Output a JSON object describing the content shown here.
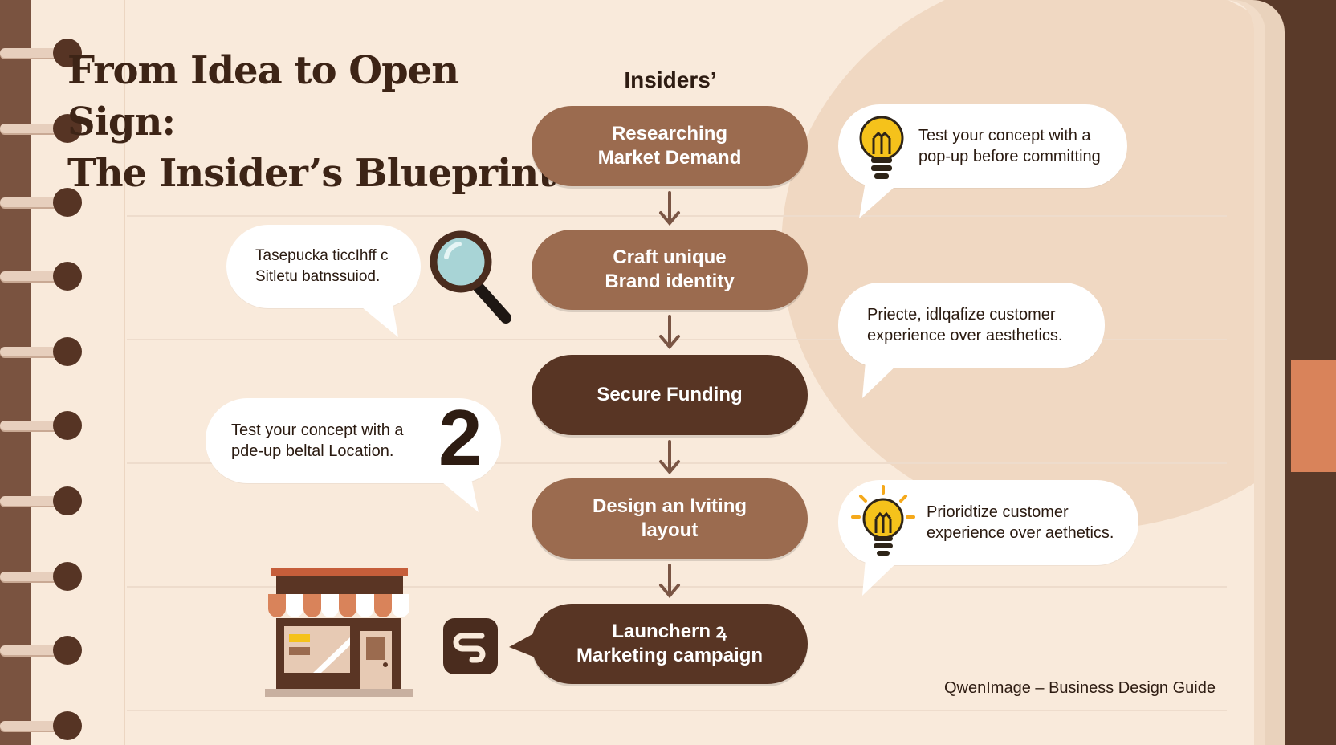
{
  "title": "From Idea to Open Sign:\nThe Insider’s Blueprint",
  "flow_label": "Insiders’",
  "steps": [
    {
      "label": "Researching\nMarket Demand"
    },
    {
      "label": "Craft unique\nBrand identity"
    },
    {
      "label": "Secure Funding"
    },
    {
      "label": "Design an lviting\nlayout"
    },
    {
      "label": "Launchern  ꝝ\nMarketing campaign"
    }
  ],
  "tips": {
    "right_top": "Test your concept with a\npop-up before committing",
    "left_upper": "Tasepucka ticcIhff c\nSitletu batnssuiod.",
    "right_middle": "Priecte, idlqafize customer\nexperience over aesthetics.",
    "left_lower": "Test your concept with a\npde-up beltal Location.",
    "right_bottom": "Prioridtize customer\nexperience over aethetics."
  },
  "badge_number": "2",
  "footer": "QwenImage – Business Design Guide",
  "colors": {
    "step_light": "#9b6b4f",
    "step_dark": "#583524",
    "bulb": "#f5c21b",
    "bookmark": "#d9835a"
  },
  "icons": [
    "lightbulb-icon",
    "magnifier-icon",
    "storefront-icon",
    "chat-logo-icon"
  ]
}
